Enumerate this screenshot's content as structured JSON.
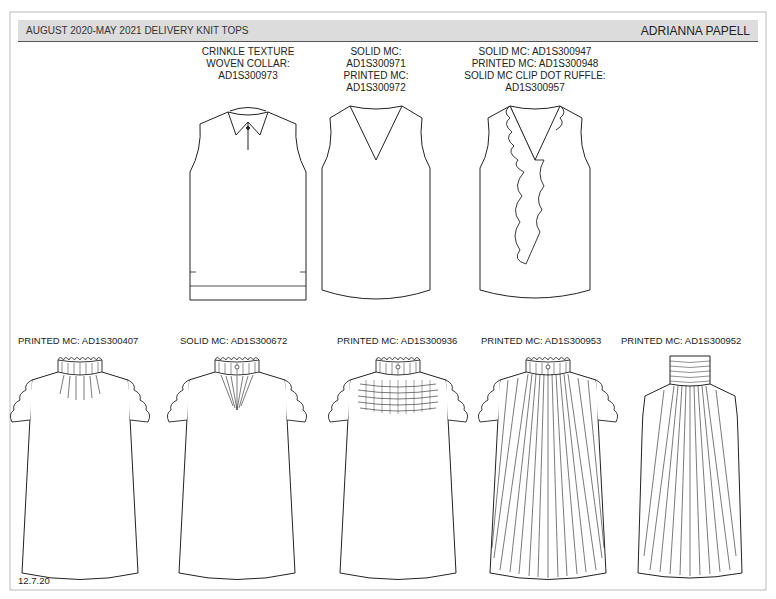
{
  "diagram": {
    "nodes": [
      {
        "text": [
          "AUGUST 2020-MAY 2021 DELIVERY KNIT TOPS",
          "ADRIANNA PAPELL"
        ]
      }
    ],
    "labels": [
      "CRINKLE TEXTURE WOVEN COLLAR: AD1S300973",
      "SOLID MC: AD1S300971",
      "PRINTED MC: AD1S300972",
      "SOLID MC: AD1S300947",
      "PRINTED MC: AD1S300948",
      "SOLID MC CLIP DOT RUFFLE: AD1S300957",
      "PRINTED MC: AD1S300407",
      "SOLID MC: AD1S300672",
      "PRINTED MC: AD1S300936",
      "PRINTED MC: AD1S300953",
      "PRINTED MC: AD1S300952",
      "12.7.20"
    ]
  }
}
